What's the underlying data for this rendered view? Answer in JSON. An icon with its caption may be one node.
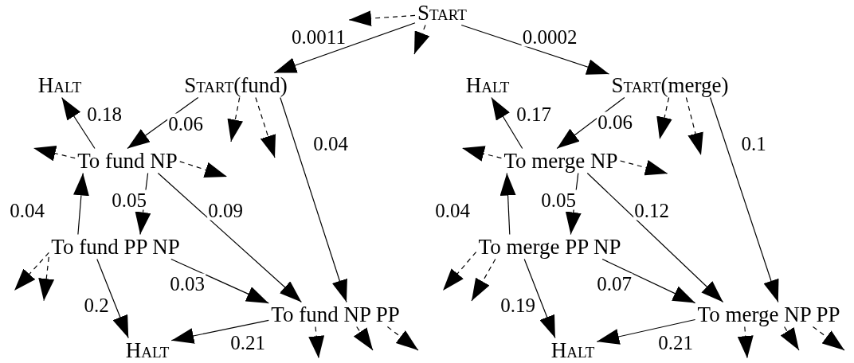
{
  "diagram": {
    "nodes": [
      {
        "text": [
          "Start"
        ]
      },
      {
        "text": [
          "Halt"
        ]
      },
      {
        "text": [
          "Start(fund)"
        ]
      },
      {
        "text": [
          "To fund NP"
        ]
      },
      {
        "text": [
          "To fund PP NP"
        ]
      },
      {
        "text": [
          "To fund NP PP"
        ]
      },
      {
        "text": [
          "Halt"
        ]
      },
      {
        "text": [
          "Halt"
        ]
      },
      {
        "text": [
          "Start(merge)"
        ]
      },
      {
        "text": [
          "To merge NP"
        ]
      },
      {
        "text": [
          "To merge PP NP"
        ]
      },
      {
        "text": [
          "To merge NP PP"
        ]
      },
      {
        "text": [
          "Halt"
        ]
      }
    ],
    "edges": [
      {
        "from": 0,
        "to": 2,
        "arrow": "to",
        "label": "0.0011"
      },
      {
        "from": 0,
        "to": 8,
        "arrow": "to",
        "label": "0.0002"
      },
      {
        "from": 0,
        "to": null,
        "arrow": "to",
        "style": "dashed"
      },
      {
        "from": 0,
        "to": null,
        "arrow": "to",
        "style": "dashed"
      },
      {
        "from": 2,
        "to": 3,
        "arrow": "to",
        "label": "0.06"
      },
      {
        "from": 2,
        "to": null,
        "arrow": "to",
        "style": "dashed"
      },
      {
        "from": 2,
        "to": null,
        "arrow": "to",
        "style": "dashed"
      },
      {
        "from": 2,
        "to": 5,
        "arrow": "to",
        "label": "0.04"
      },
      {
        "from": 3,
        "to": 1,
        "arrow": "to",
        "label": "0.18"
      },
      {
        "from": 3,
        "to": null,
        "arrow": "to",
        "style": "dashed"
      },
      {
        "from": 3,
        "to": null,
        "arrow": "to",
        "style": "dashed"
      },
      {
        "from": 3,
        "to": 4,
        "arrow": "to",
        "label": "0.05"
      },
      {
        "from": 3,
        "to": 5,
        "arrow": "to",
        "label": "0.09"
      },
      {
        "from": 4,
        "to": 3,
        "arrow": "to",
        "label": "0.04"
      },
      {
        "from": 4,
        "to": null,
        "arrow": "to",
        "style": "dashed"
      },
      {
        "from": 4,
        "to": null,
        "arrow": "to",
        "style": "dashed"
      },
      {
        "from": 4,
        "to": 6,
        "arrow": "to",
        "label": "0.2"
      },
      {
        "from": 4,
        "to": 5,
        "arrow": "to",
        "label": "0.03"
      },
      {
        "from": 5,
        "to": 6,
        "arrow": "to",
        "label": "0.21"
      },
      {
        "from": 5,
        "to": null,
        "arrow": "to",
        "style": "dashed"
      },
      {
        "from": 5,
        "to": null,
        "arrow": "to",
        "style": "dashed"
      },
      {
        "from": 5,
        "to": null,
        "arrow": "to",
        "style": "dashed"
      },
      {
        "from": 8,
        "to": 9,
        "arrow": "to",
        "label": "0.06"
      },
      {
        "from": 8,
        "to": null,
        "arrow": "to",
        "style": "dashed"
      },
      {
        "from": 8,
        "to": null,
        "arrow": "to",
        "style": "dashed"
      },
      {
        "from": 8,
        "to": 11,
        "arrow": "to",
        "label": "0.1"
      },
      {
        "from": 9,
        "to": 7,
        "arrow": "to",
        "label": "0.17"
      },
      {
        "from": 9,
        "to": null,
        "arrow": "to",
        "style": "dashed"
      },
      {
        "from": 9,
        "to": null,
        "arrow": "to",
        "style": "dashed"
      },
      {
        "from": 9,
        "to": 10,
        "arrow": "to",
        "label": "0.05"
      },
      {
        "from": 9,
        "to": 11,
        "arrow": "to",
        "label": "0.12"
      },
      {
        "from": 10,
        "to": 9,
        "arrow": "to",
        "label": "0.04"
      },
      {
        "from": 10,
        "to": null,
        "arrow": "to",
        "style": "dashed"
      },
      {
        "from": 10,
        "to": null,
        "arrow": "to",
        "style": "dashed"
      },
      {
        "from": 10,
        "to": 12,
        "arrow": "to",
        "label": "0.19"
      },
      {
        "from": 10,
        "to": 11,
        "arrow": "to",
        "label": "0.07"
      },
      {
        "from": 11,
        "to": 12,
        "arrow": "to",
        "label": "0.21"
      },
      {
        "from": 11,
        "to": null,
        "arrow": "to",
        "style": "dashed"
      },
      {
        "from": 11,
        "to": null,
        "arrow": "to",
        "style": "dashed"
      },
      {
        "from": 11,
        "to": null,
        "arrow": "to",
        "style": "dashed"
      }
    ]
  }
}
